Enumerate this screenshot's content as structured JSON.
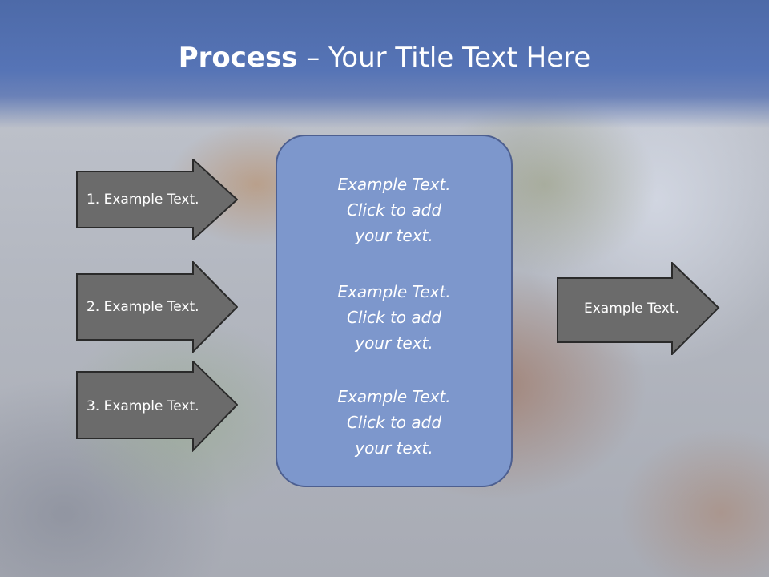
{
  "slide": {
    "title_bold": "Process",
    "title_rest": " – Your Title Text Here",
    "left_steps": [
      {
        "label": "1. Example Text."
      },
      {
        "label": "2. Example Text."
      },
      {
        "label": "3. Example Text."
      }
    ],
    "center_blocks": [
      {
        "lines": [
          "Example Text.",
          "Click  to add",
          "your text."
        ]
      },
      {
        "lines": [
          "Example Text.",
          "Click  to add",
          "your text."
        ]
      },
      {
        "lines": [
          "Example Text.",
          "Click  to add",
          "your text."
        ]
      }
    ],
    "output": {
      "label": "Example Text."
    }
  },
  "colors": {
    "header_blue": "#5674b6",
    "arrow_fill": "#6b6b6b",
    "arrow_stroke": "#2a2a2a",
    "center_fill": "#7d97cc",
    "center_border": "#4d5f90",
    "text": "#ffffff"
  }
}
